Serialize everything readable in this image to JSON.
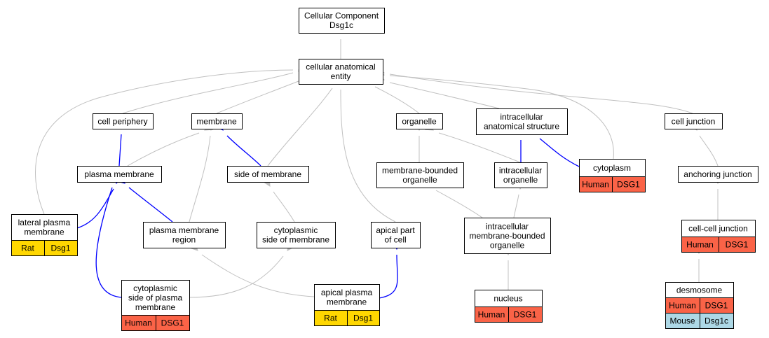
{
  "colors": {
    "gray_edge": "#c0c0c0",
    "blue_edge": "#0000ff",
    "human": "#fa6347",
    "rat": "#ffd700",
    "mouse": "#add8e6"
  },
  "nodes": [
    {
      "id": "cc",
      "lines": [
        "Cellular Component",
        "Dsg1c"
      ]
    },
    {
      "id": "cae",
      "lines": [
        "cellular anatomical",
        "entity"
      ]
    },
    {
      "id": "cp",
      "lines": [
        "cell periphery"
      ]
    },
    {
      "id": "mem",
      "lines": [
        "membrane"
      ]
    },
    {
      "id": "org",
      "lines": [
        "organelle"
      ]
    },
    {
      "id": "ias",
      "lines": [
        "intracellular",
        "anatomical structure"
      ]
    },
    {
      "id": "cj",
      "lines": [
        "cell junction"
      ]
    },
    {
      "id": "pm",
      "lines": [
        "plasma membrane"
      ]
    },
    {
      "id": "som",
      "lines": [
        "side of membrane"
      ]
    },
    {
      "id": "mbo",
      "lines": [
        "membrane-bounded",
        "organelle"
      ]
    },
    {
      "id": "io",
      "lines": [
        "intracellular",
        "organelle"
      ]
    },
    {
      "id": "cyto",
      "lines": [
        "cytoplasm"
      ],
      "cells": [
        {
          "text": "Human",
          "species": "human"
        },
        {
          "text": "DSG1",
          "species": "human"
        }
      ]
    },
    {
      "id": "aj",
      "lines": [
        "anchoring junction"
      ]
    },
    {
      "id": "lpm",
      "lines": [
        "lateral plasma",
        "membrane"
      ],
      "cells": [
        {
          "text": "Rat",
          "species": "rat"
        },
        {
          "text": "Dsg1",
          "species": "rat"
        }
      ]
    },
    {
      "id": "pmr",
      "lines": [
        "plasma membrane",
        "region"
      ]
    },
    {
      "id": "csom",
      "lines": [
        "cytoplasmic",
        "side of membrane"
      ]
    },
    {
      "id": "apc",
      "lines": [
        "apical part",
        "of cell"
      ]
    },
    {
      "id": "imbo",
      "lines": [
        "intracellular",
        "membrane-bounded",
        "organelle"
      ]
    },
    {
      "id": "ccj",
      "lines": [
        "cell-cell junction"
      ],
      "cells": [
        {
          "text": "Human",
          "species": "human"
        },
        {
          "text": "DSG1",
          "species": "human"
        }
      ]
    },
    {
      "id": "cspm",
      "lines": [
        "cytoplasmic",
        "side of plasma",
        "membrane"
      ],
      "cells": [
        {
          "text": "Human",
          "species": "human"
        },
        {
          "text": "DSG1",
          "species": "human"
        }
      ]
    },
    {
      "id": "apm",
      "lines": [
        "apical plasma",
        "membrane"
      ],
      "cells": [
        {
          "text": "Rat",
          "species": "rat"
        },
        {
          "text": "Dsg1",
          "species": "rat"
        }
      ]
    },
    {
      "id": "nuc",
      "lines": [
        "nucleus"
      ],
      "cells": [
        {
          "text": "Human",
          "species": "human"
        },
        {
          "text": "DSG1",
          "species": "human"
        }
      ]
    },
    {
      "id": "desmo",
      "lines": [
        "desmosome"
      ],
      "cells": [
        {
          "text": "Human",
          "species": "human"
        },
        {
          "text": "DSG1",
          "species": "human"
        },
        {
          "text": "Mouse",
          "species": "mouse"
        },
        {
          "text": "Dsg1c",
          "species": "mouse"
        }
      ]
    }
  ],
  "edges": [
    {
      "from": "cae",
      "to": "cc",
      "type": "is_a"
    },
    {
      "from": "cp",
      "to": "cae",
      "type": "is_a"
    },
    {
      "from": "mem",
      "to": "cae",
      "type": "is_a"
    },
    {
      "from": "org",
      "to": "cae",
      "type": "is_a"
    },
    {
      "from": "ias",
      "to": "cae",
      "type": "is_a"
    },
    {
      "from": "cj",
      "to": "cae",
      "type": "is_a"
    },
    {
      "from": "som",
      "to": "cae",
      "type": "is_a"
    },
    {
      "from": "lpm",
      "to": "cae",
      "type": "is_a"
    },
    {
      "from": "apc",
      "to": "cae",
      "type": "is_a"
    },
    {
      "from": "cyto",
      "to": "cae",
      "type": "is_a"
    },
    {
      "from": "pm",
      "to": "cp",
      "type": "part_of"
    },
    {
      "from": "pm",
      "to": "mem",
      "type": "is_a"
    },
    {
      "from": "pmr",
      "to": "mem",
      "type": "is_a"
    },
    {
      "from": "som",
      "to": "mem",
      "type": "part_of"
    },
    {
      "from": "mbo",
      "to": "org",
      "type": "is_a"
    },
    {
      "from": "io",
      "to": "org",
      "type": "is_a"
    },
    {
      "from": "io",
      "to": "ias",
      "type": "part_of"
    },
    {
      "from": "cyto",
      "to": "ias",
      "type": "part_of"
    },
    {
      "from": "aj",
      "to": "cj",
      "type": "is_a"
    },
    {
      "from": "lpm",
      "to": "pm",
      "type": "part_of"
    },
    {
      "from": "pmr",
      "to": "pm",
      "type": "part_of"
    },
    {
      "from": "cspm",
      "to": "pm",
      "type": "part_of"
    },
    {
      "from": "csom",
      "to": "som",
      "type": "is_a"
    },
    {
      "from": "imbo",
      "to": "mbo",
      "type": "is_a"
    },
    {
      "from": "imbo",
      "to": "io",
      "type": "is_a"
    },
    {
      "from": "ccj",
      "to": "aj",
      "type": "is_a"
    },
    {
      "from": "cspm",
      "to": "csom",
      "type": "is_a"
    },
    {
      "from": "apm",
      "to": "pmr",
      "type": "is_a"
    },
    {
      "from": "apm",
      "to": "apc",
      "type": "part_of"
    },
    {
      "from": "nuc",
      "to": "imbo",
      "type": "is_a"
    },
    {
      "from": "desmo",
      "to": "ccj",
      "type": "is_a"
    }
  ]
}
